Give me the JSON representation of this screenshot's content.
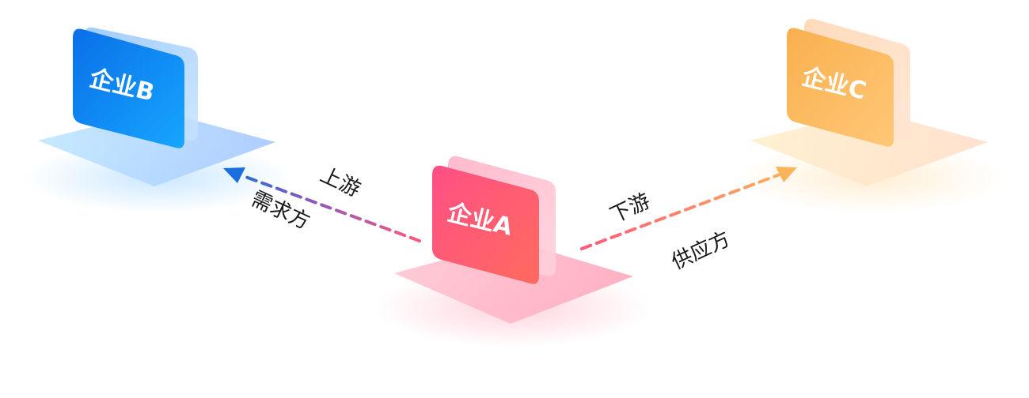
{
  "nodes": {
    "a": {
      "label": "企业A"
    },
    "b": {
      "label": "企业B"
    },
    "c": {
      "label": "企业C"
    }
  },
  "edges": {
    "upstream": {
      "label": "上游",
      "role": "需求方"
    },
    "downstream": {
      "label": "下游",
      "role": "供应方"
    }
  },
  "colors": {
    "node_a": "#ff5a7a",
    "node_b": "#0a8cf0",
    "node_c": "#fbb45a",
    "arrow_up_start": "#ff5a7a",
    "arrow_up_end": "#1a6fe0",
    "arrow_down_start": "#ff5a7a",
    "arrow_down_end": "#fbb45a"
  }
}
